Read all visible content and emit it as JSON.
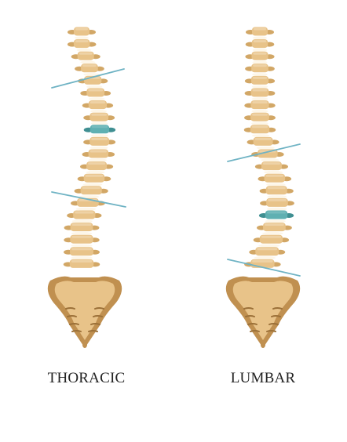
{
  "figure": {
    "colors": {
      "bone": "#e8c389",
      "bone_shade": "#d2a766",
      "bone_dark": "#c09050",
      "disc": "#fdf6e8",
      "highlight_vertebra": "#5fb0b2",
      "highlight_vertebra_dark": "#3f8f92",
      "angle_line": "#6fb3c4",
      "sacrum_groove": "#9b7038",
      "caption_text": "#222222",
      "background": "#ffffff"
    },
    "spines": [
      {
        "id": "thoracic",
        "caption": "THORACIC",
        "curve_region": "thoracic",
        "highlighted_vertebra": "apex vertebra",
        "measurement_lines": 2,
        "icons": [
          "vertebra-icon",
          "sacrum-icon",
          "coccyx-icon",
          "measurement-line"
        ]
      },
      {
        "id": "lumbar",
        "caption": "LUMBAR",
        "curve_region": "lumbar",
        "highlighted_vertebra": "apex vertebra",
        "measurement_lines": 2,
        "icons": [
          "vertebra-icon",
          "sacrum-icon",
          "coccyx-icon",
          "measurement-line"
        ]
      }
    ]
  }
}
